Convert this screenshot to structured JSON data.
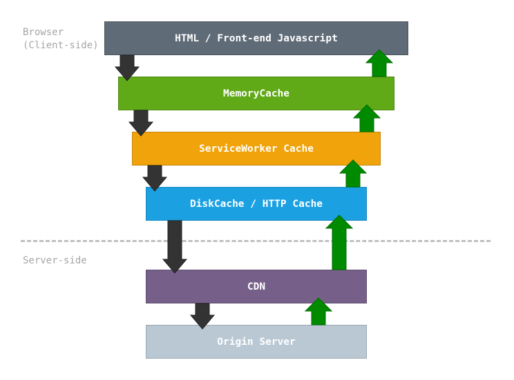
{
  "labels": {
    "browser_line1": "Browser",
    "browser_line2": "(Client-side)",
    "server": "Server-side"
  },
  "layers": [
    {
      "name": "HTML / Front-end Javascript",
      "fill": "#5f6b77",
      "border": "#4a545d"
    },
    {
      "name": "MemoryCache",
      "fill": "#60a917",
      "border": "#4b8a11"
    },
    {
      "name": "ServiceWorker Cache",
      "fill": "#f0a30a",
      "border": "#c4850a"
    },
    {
      "name": "DiskCache / HTTP Cache",
      "fill": "#1ba1e2",
      "border": "#1686bd"
    },
    {
      "name": "CDN",
      "fill": "#76608a",
      "border": "#5e4c6e"
    },
    {
      "name": "Origin Server",
      "fill": "#bac8d3",
      "border": "#9aa9b5"
    }
  ],
  "colors": {
    "request_arrow": "#333333",
    "response_arrow": "#008a00",
    "divider": "#bfbfbf",
    "label_text": "#a6a6a6"
  }
}
